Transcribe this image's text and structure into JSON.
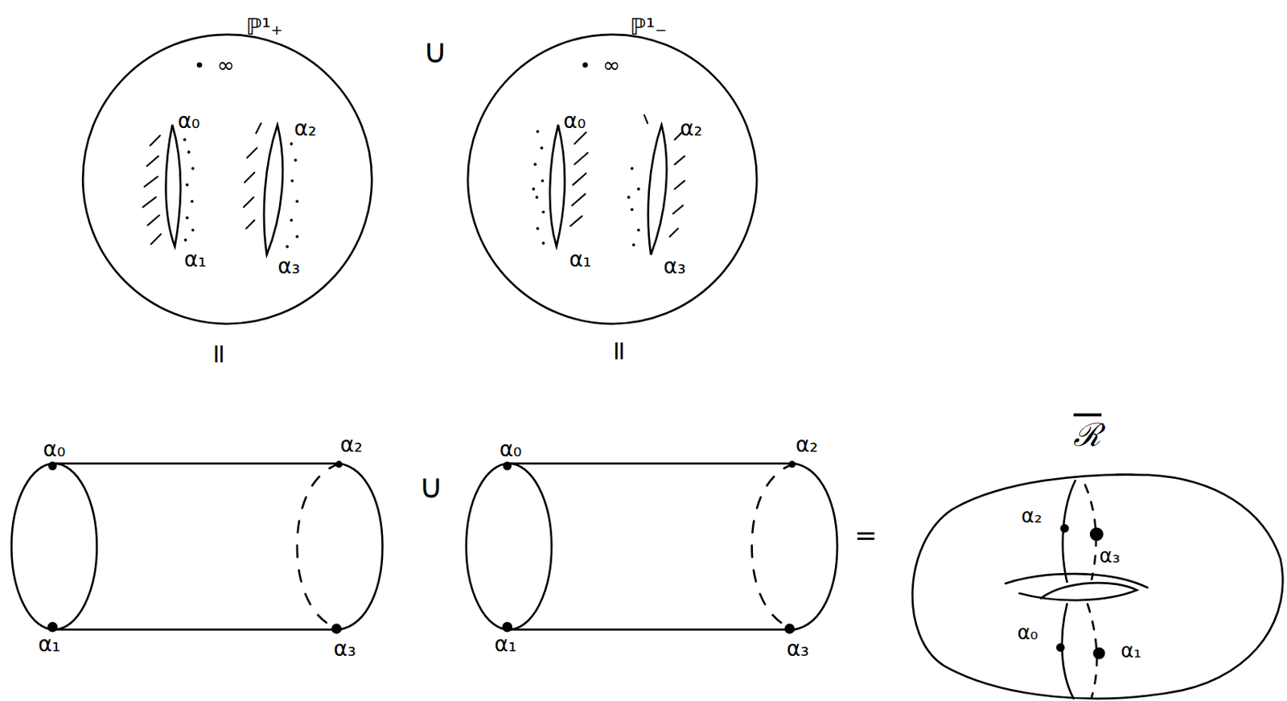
{
  "diagram": {
    "labels": [
      "ℙ¹₊",
      "∞",
      "α₀",
      "α₂",
      "α₁",
      "α₃",
      "∪",
      "ℙ¹₋",
      "∞",
      "α₀",
      "α₂",
      "α₁",
      "α₃",
      "=",
      "=",
      "α₀",
      "α₂",
      "α₁",
      "α₃",
      "∪",
      "α₀",
      "α₂",
      "α₁",
      "α₃",
      "=",
      "ℛ",
      "α₂",
      "α₃",
      "α₀",
      "α₁"
    ]
  }
}
